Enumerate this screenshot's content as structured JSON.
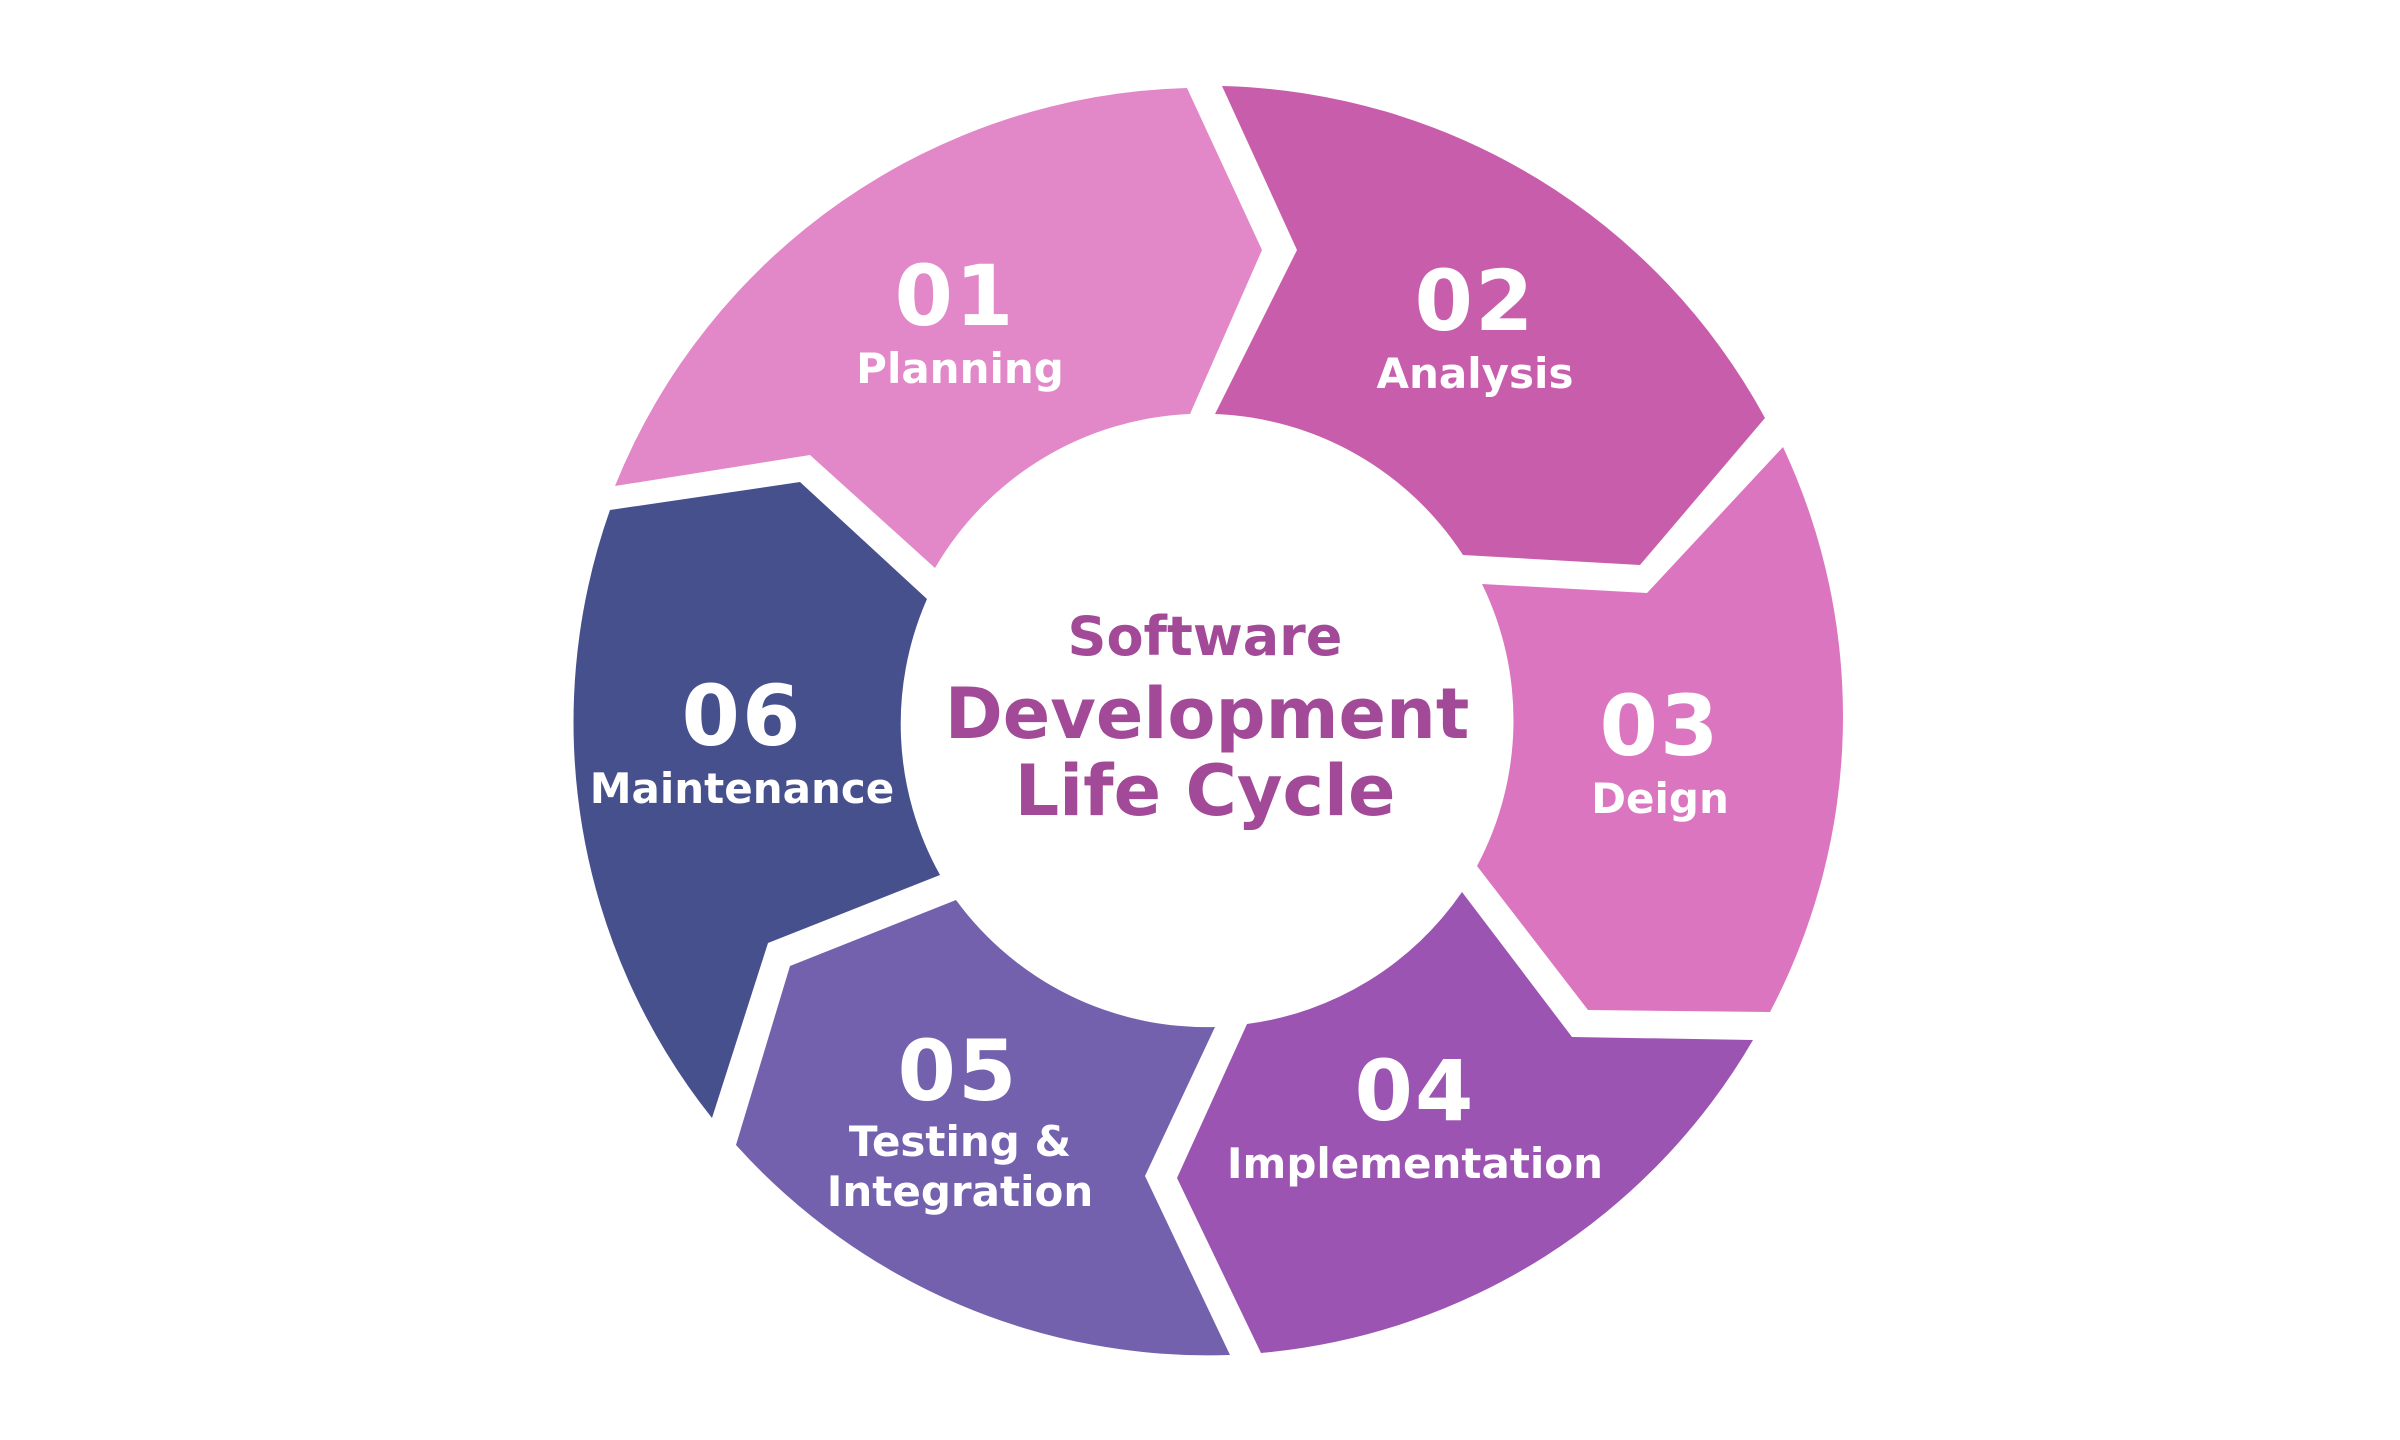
{
  "center": {
    "line1": "Software",
    "line2": "Development",
    "line3": "Life Cycle",
    "color": "#a24a97"
  },
  "phases": [
    {
      "number": "01",
      "name": "Planning",
      "color": "#e287c8"
    },
    {
      "number": "02",
      "name": "Analysis",
      "color": "#c85eab"
    },
    {
      "number": "03",
      "name": "Deign",
      "color": "#dc75bf"
    },
    {
      "number": "04",
      "name": "Implementation",
      "color": "#9b54b2"
    },
    {
      "number": "05",
      "name_line1": "Testing &",
      "name_line2": "Integration",
      "color": "#7461ae"
    },
    {
      "number": "06",
      "name": "Maintenance",
      "color": "#46508d"
    }
  ]
}
